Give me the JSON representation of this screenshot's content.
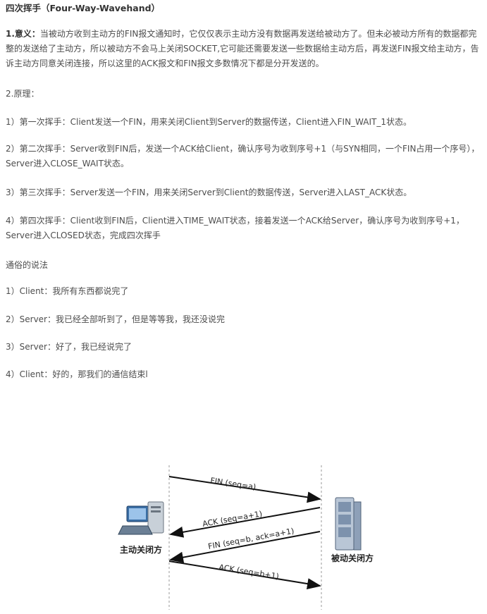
{
  "title": "四次挥手（Four-Way-Wavehand）",
  "meaning_label": "1.意义：",
  "meaning_text": "当被动方收到主动方的FIN报文通知时，它仅仅表示主动方没有数据再发送给被动方了。但未必被动方所有的数据都完整的发送给了主动方，所以被动方不会马上关闭SOCKET,它可能还需要发送一些数据给主动方后，再发送FIN报文给主动方，告诉主动方同意关闭连接，所以这里的ACK报文和FIN报文多数情况下都是分开发送的。",
  "principle_heading": "2.原理：",
  "steps": [
    "1）第一次挥手：Client发送一个FIN，用来关闭Client到Server的数据传送，Client进入FIN_WAIT_1状态。",
    "2）第二次挥手：Server收到FIN后，发送一个ACK给Client，确认序号为收到序号+1（与SYN相同，一个FIN占用一个序号），Server进入CLOSE_WAIT状态。",
    "3）第三次挥手：Server发送一个FIN，用来关闭Server到Client的数据传送，Server进入LAST_ACK状态。",
    "4）第四次挥手：Client收到FIN后，Client进入TIME_WAIT状态，接着发送一个ACK给Server，确认序号为收到序号+1，Server进入CLOSED状态，完成四次挥手"
  ],
  "colloquial_heading": "通俗的说法",
  "colloquial": [
    "1）Client：我所有东西都说完了",
    "2）Server：我已经全部听到了，但是等等我，我还没说完",
    "3）Server：好了，我已经说完了",
    "4）Client：好的，那我们的通信结束l"
  ],
  "diagram": {
    "active_side": "主动关闭方",
    "passive_side": "被动关闭方",
    "arrows": [
      "FIN (seq=a)",
      "ACK (seq=a+1)",
      "FIN (seq=b, ack=a+1)",
      "ACK (seq=b+1)"
    ]
  }
}
